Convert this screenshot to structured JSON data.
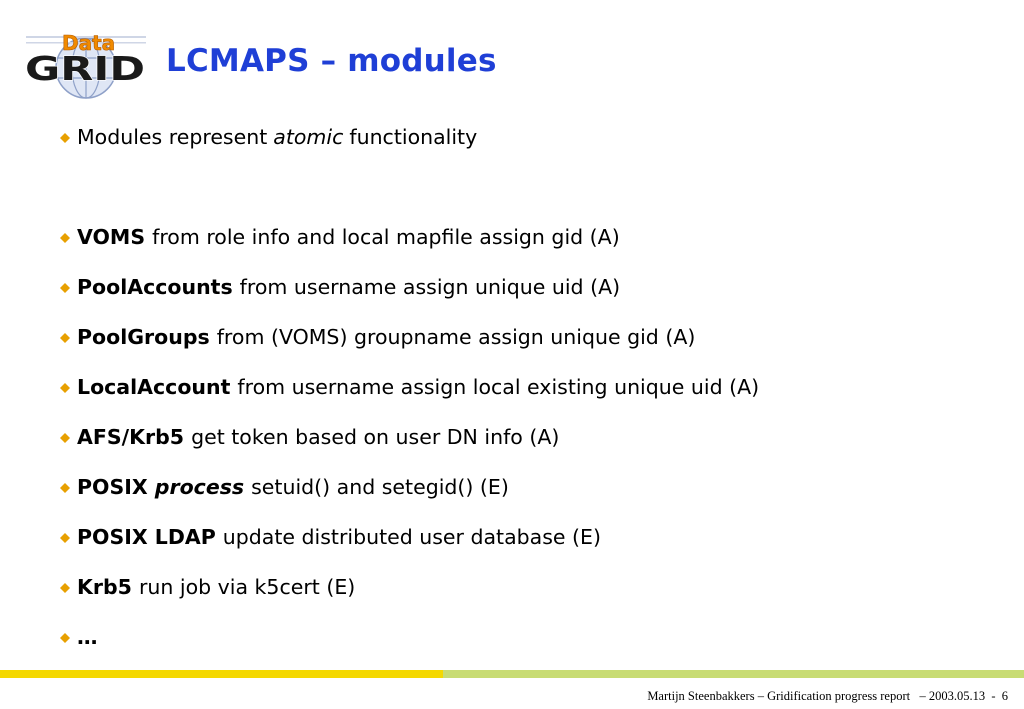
{
  "title": "LCMAPS – modules",
  "logo": {
    "top_word": "Data",
    "bottom_word": "GRID",
    "icon": "datagrid-logo-icon"
  },
  "intro": {
    "before": "Modules represent",
    "italic": "atomic",
    "after": "functionality"
  },
  "items": [
    {
      "key": "VOMS",
      "text": "from role info and local mapfile assign gid (A)"
    },
    {
      "key": "PoolAccounts",
      "text": "from username assign unique uid (A)"
    },
    {
      "key": "PoolGroups",
      "text": "from (VOMS) groupname assign unique gid (A)"
    },
    {
      "key": "LocalAccount",
      "text": "from username assign local existing unique uid (A)"
    },
    {
      "key": "AFS/Krb5",
      "text": "get token based on user DN info (A)"
    },
    {
      "key": "POSIX",
      "key_italic": "process",
      "text": "setuid() and setegid() (E)"
    },
    {
      "key": "POSIX LDAP",
      "text": "update distributed user database (E)"
    },
    {
      "key": "Krb5",
      "text": "run job via k5cert (E)"
    },
    {
      "key": "…",
      "text": ""
    }
  ],
  "footer": {
    "text": "Martijn Steenbakkers – Gridification progress report   – 2003.05.13  -  6"
  },
  "colors": {
    "title": "#1f3fd6",
    "bullet": "#e8a000",
    "bar_left": "#f4d800",
    "bar_right": "#c8dc74"
  }
}
